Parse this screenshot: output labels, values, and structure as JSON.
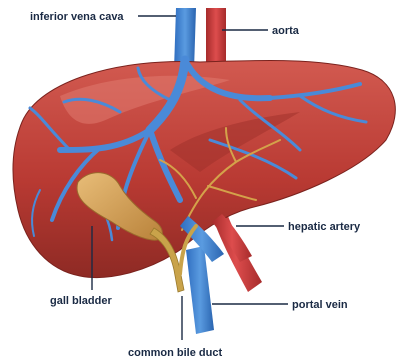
{
  "labels": {
    "ivc": "inferior vena cava",
    "aorta": "aorta",
    "hepatic_artery": "hepatic artery",
    "gall_bladder": "gall bladder",
    "portal_vein": "portal vein",
    "common_bile_duct": "common bile duct"
  },
  "colors": {
    "liver": "#c2413a",
    "liver_dark": "#8e2a24",
    "vein": "#3d7fd0",
    "artery": "#c93a3a",
    "bile": "#c9a34a",
    "gall": "#d9a55a",
    "leader": "#1a2a44"
  }
}
